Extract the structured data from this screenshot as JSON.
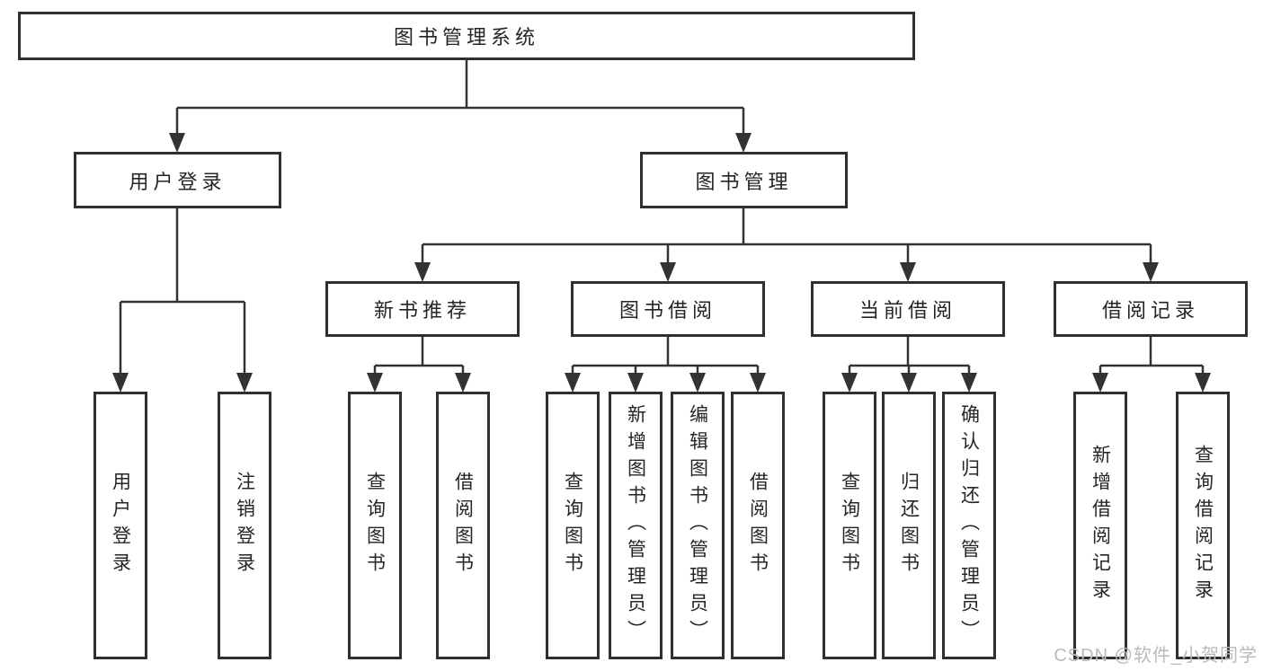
{
  "colors": {
    "background": "#ffffff",
    "line": "#333333",
    "box_border": "#2f2f2f",
    "text": "#252525",
    "watermark": "#b9b9b9"
  },
  "watermark": {
    "text": "CSDN @软件_小贺同学"
  },
  "diagram": {
    "type": "hierarchy-tree",
    "root": {
      "label": "图书管理系统"
    },
    "branches": [
      {
        "label": "用户登录",
        "children": [
          {
            "label": "用户登录"
          },
          {
            "label": "注销登录"
          }
        ]
      },
      {
        "label": "图书管理",
        "children": [
          {
            "label": "新书推荐",
            "children": [
              {
                "label": "查询图书"
              },
              {
                "label": "借阅图书"
              }
            ]
          },
          {
            "label": "图书借阅",
            "children": [
              {
                "label": "查询图书"
              },
              {
                "label": "新增图书（管理员）"
              },
              {
                "label": "编辑图书（管理员）"
              },
              {
                "label": "借阅图书"
              }
            ]
          },
          {
            "label": "当前借阅",
            "children": [
              {
                "label": "查询图书"
              },
              {
                "label": "归还图书"
              },
              {
                "label": "确认归还（管理员）"
              }
            ]
          },
          {
            "label": "借阅记录",
            "children": [
              {
                "label": "新增借阅记录"
              },
              {
                "label": "查询借阅记录"
              }
            ]
          }
        ]
      }
    ]
  }
}
